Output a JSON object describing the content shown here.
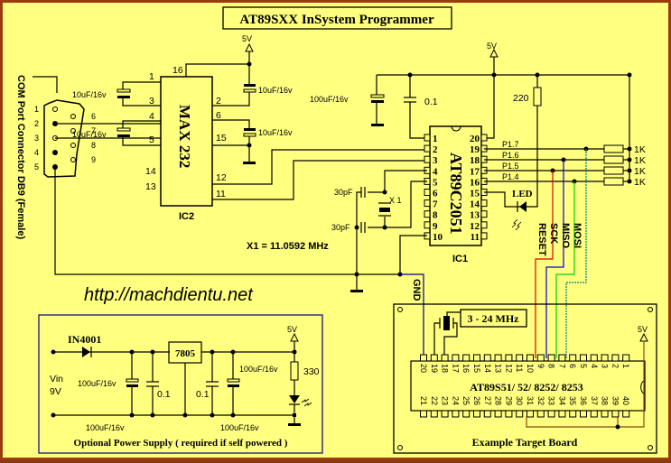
{
  "title": "AT89SXX InSystem Programmer",
  "url": "http://machdientu.net",
  "colors": {
    "background": "#ffff80",
    "border": "#9a3b10",
    "reset_wire": "#e00000",
    "sck_wire": "#0000e0",
    "miso_wire": "#00d000",
    "mosi_wire": "#008080",
    "target_5v_wire": "#8b4513",
    "board_outline": "#000080"
  },
  "supply_label": "5V",
  "com_port": {
    "label": "COM Port Connector DB9 (Female)",
    "pins_left": [
      "1",
      "2",
      "3",
      "4",
      "5"
    ],
    "pins_right": [
      "6",
      "7",
      "8",
      "9"
    ]
  },
  "ic2": {
    "name": "MAX 232",
    "ref": "IC2",
    "pins": {
      "p1": "1",
      "p3": "3",
      "p4": "4",
      "p5": "5",
      "p14": "14",
      "p13": "13",
      "p16": "16",
      "p2": "2",
      "p6": "6",
      "p15": "15",
      "p12": "12",
      "p11": "11"
    },
    "cap_label": "10uF/16v"
  },
  "ic1": {
    "name": "AT89C2051",
    "ref": "IC1",
    "left_pins": [
      "1",
      "2",
      "3",
      "4",
      "5",
      "6",
      "7",
      "8",
      "9",
      "10"
    ],
    "right_pins": [
      "20",
      "19",
      "18",
      "17",
      "16",
      "15",
      "14",
      "13",
      "12",
      "11"
    ],
    "port_labels": [
      "P1.7",
      "P1.6",
      "P1.5",
      "P1.4"
    ]
  },
  "components": {
    "bulk_cap": "100uF/16v",
    "decoupling_cap": "0.1",
    "led_resistor": "220",
    "led_label": "LED",
    "pullups": [
      "1K",
      "1K",
      "1K",
      "1K"
    ],
    "crystal_caps": [
      "30pF",
      "30pF"
    ],
    "crystal_ref": "X 1",
    "crystal_freq": "X1 = 11.0592 MHz",
    "gnd_label": "GND"
  },
  "signals": [
    "RESET",
    "SCK",
    "MISO",
    "MOSI"
  ],
  "target": {
    "label": "Example Target Board",
    "chip": "AT89S51/ 52/ 8252/ 8253",
    "crystal": "3 - 24 MHz",
    "top_pins": [
      "20",
      "19",
      "18",
      "17",
      "16",
      "15",
      "14",
      "13",
      "12",
      "11",
      "10",
      "9",
      "8",
      "7",
      "6",
      "5",
      "4",
      "3",
      "2",
      "1"
    ],
    "bottom_pins": [
      "21",
      "22",
      "23",
      "24",
      "25",
      "26",
      "27",
      "28",
      "29",
      "30",
      "31",
      "32",
      "33",
      "34",
      "35",
      "36",
      "37",
      "38",
      "39",
      "40"
    ]
  },
  "power_supply": {
    "label": "Optional Power Supply ( required if self powered )",
    "diode": "IN4001",
    "regulator": "7805",
    "vin": "Vin",
    "vin_value": "9V",
    "caps": [
      "100uF/16v",
      "0.1",
      "0.1",
      "100uF/16v"
    ],
    "bottom_cap_labels": [
      "100uF/16v",
      "100uF/16v"
    ],
    "resistor": "330"
  }
}
